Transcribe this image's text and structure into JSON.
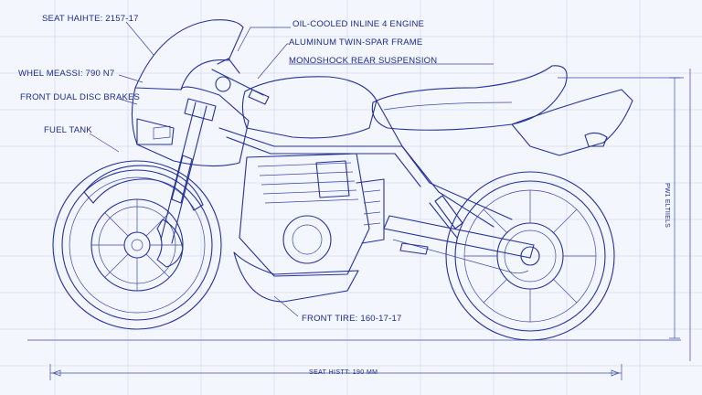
{
  "labels": {
    "seat_height_top": "SEAT HAIHTE: 2157-17",
    "wheelbase": "WHEL MEASSI: 790 N7",
    "front_brakes": "FRONT DUAL DISC BRAKES",
    "fuel_tank": "FUEL TANK",
    "engine": "OIL-COOLED INLINE 4 ENGINE",
    "frame": "ALUMINUM TWIN-SPAR FRAME",
    "suspension": "MONOSHOCK REAR SUSPENSION",
    "front_tire": "FRONT TIRE: 160-17-17",
    "seat_height_bottom": "SEAT HISTT: 190 MM",
    "side_dimension": "PW1 ELTIIELS"
  },
  "colors": {
    "ink": "#24319a",
    "paper": "#f4f6fd"
  }
}
